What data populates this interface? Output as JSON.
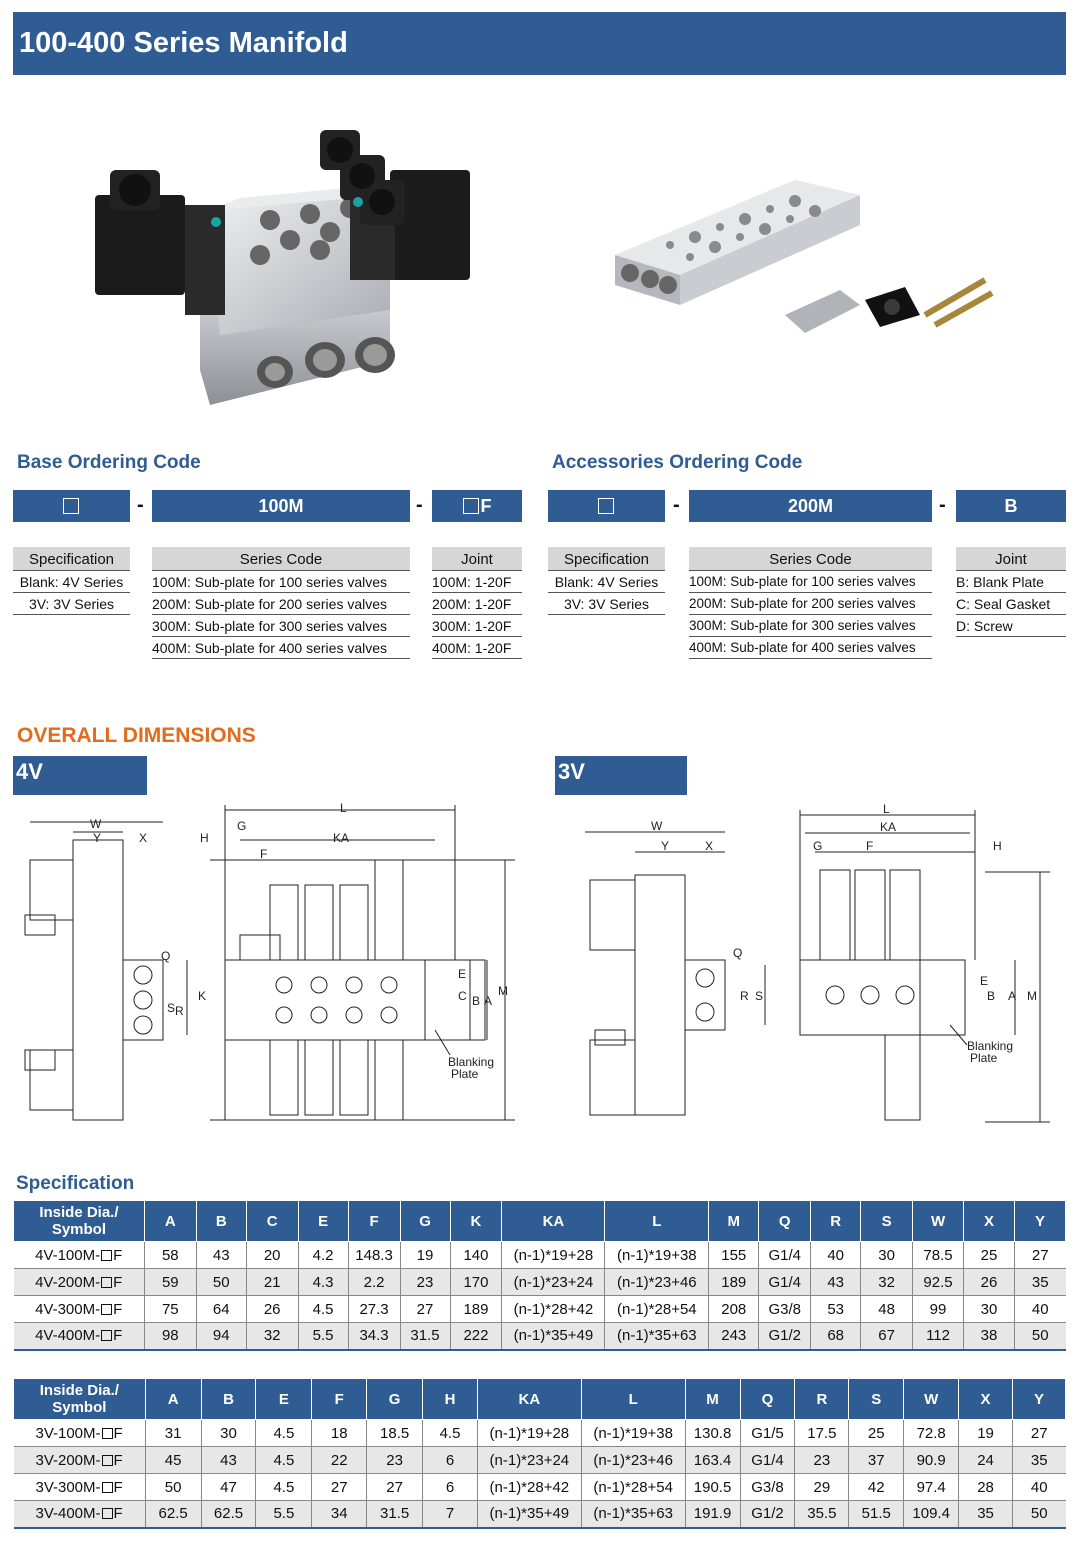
{
  "title": "100-400 Series Manifold",
  "base_ordering": {
    "title": "Base Ordering Code",
    "box1": "",
    "dash": "-",
    "box2": "100M",
    "box3": "F",
    "spec": {
      "header": "Specification",
      "items": [
        "Blank: 4V Series",
        "3V: 3V Series"
      ]
    },
    "series": {
      "header": "Series Code",
      "items": [
        "100M: Sub-plate for 100 series valves",
        "200M: Sub-plate for 200 series valves",
        "300M: Sub-plate for 300 series valves",
        "400M: Sub-plate for 400 series valves"
      ]
    },
    "joint": {
      "header": "Joint",
      "items": [
        "100M: 1-20F",
        "200M: 1-20F",
        "300M: 1-20F",
        "400M: 1-20F"
      ]
    }
  },
  "accessories_ordering": {
    "title": "Accessories Ordering Code",
    "box2": "200M",
    "box3": "B",
    "spec": {
      "header": "Specification",
      "items": [
        "Blank: 4V Series",
        "3V: 3V Series"
      ]
    },
    "series": {
      "header": "Series Code",
      "items": [
        "100M: Sub-plate for 100 series valves",
        "200M: Sub-plate for 200 series valves",
        "300M: Sub-plate for 300 series valves",
        "400M: Sub-plate for 400 series valves"
      ]
    },
    "joint": {
      "header": "Joint",
      "items": [
        "B: Blank Plate",
        "C: Seal Gasket",
        "D: Screw"
      ]
    }
  },
  "dimensions": {
    "title": "OVERALL DIMENSIONS",
    "tab4v": "4V",
    "tab3v": "3V",
    "labels": {
      "W": "W",
      "Y": "Y",
      "X": "X",
      "L": "L",
      "H": "H",
      "G": "G",
      "KA": "KA",
      "F": "F",
      "K": "K",
      "Q": "Q",
      "S": "S",
      "R": "R",
      "E": "E",
      "C": "C",
      "B": "B",
      "A": "A",
      "M": "M",
      "blanking1": "Blanking",
      "blanking2": "Plate"
    }
  },
  "specification": {
    "title": "Specification",
    "header_sym1": "Inside Dia./",
    "header_sym2": "Symbol",
    "table4v": {
      "columns": [
        "A",
        "B",
        "C",
        "E",
        "F",
        "G",
        "K",
        "KA",
        "L",
        "M",
        "Q",
        "R",
        "S",
        "W",
        "X",
        "Y"
      ],
      "rows": [
        {
          "symbol": "4V-100M-",
          "values": [
            "58",
            "43",
            "20",
            "4.2",
            "148.3",
            "19",
            "140",
            "(n-1)*19+28",
            "(n-1)*19+38",
            "155",
            "G1/4",
            "40",
            "30",
            "78.5",
            "25",
            "27"
          ]
        },
        {
          "symbol": "4V-200M-",
          "values": [
            "59",
            "50",
            "21",
            "4.3",
            "2.2",
            "23",
            "170",
            "(n-1)*23+24",
            "(n-1)*23+46",
            "189",
            "G1/4",
            "43",
            "32",
            "92.5",
            "26",
            "35"
          ]
        },
        {
          "symbol": "4V-300M-",
          "values": [
            "75",
            "64",
            "26",
            "4.5",
            "27.3",
            "27",
            "189",
            "(n-1)*28+42",
            "(n-1)*28+54",
            "208",
            "G3/8",
            "53",
            "48",
            "99",
            "30",
            "40"
          ]
        },
        {
          "symbol": "4V-400M-",
          "values": [
            "98",
            "94",
            "32",
            "5.5",
            "34.3",
            "31.5",
            "222",
            "(n-1)*35+49",
            "(n-1)*35+63",
            "243",
            "G1/2",
            "68",
            "67",
            "112",
            "38",
            "50"
          ]
        }
      ]
    },
    "table3v": {
      "columns": [
        "A",
        "B",
        "E",
        "F",
        "G",
        "H",
        "KA",
        "L",
        "M",
        "Q",
        "R",
        "S",
        "W",
        "X",
        "Y"
      ],
      "rows": [
        {
          "symbol": "3V-100M-",
          "values": [
            "31",
            "30",
            "4.5",
            "18",
            "18.5",
            "4.5",
            "(n-1)*19+28",
            "(n-1)*19+38",
            "130.8",
            "G1/5",
            "17.5",
            "25",
            "72.8",
            "19",
            "27"
          ]
        },
        {
          "symbol": "3V-200M-",
          "values": [
            "45",
            "43",
            "4.5",
            "22",
            "23",
            "6",
            "(n-1)*23+24",
            "(n-1)*23+46",
            "163.4",
            "G1/4",
            "23",
            "37",
            "90.9",
            "24",
            "35"
          ]
        },
        {
          "symbol": "3V-300M-",
          "values": [
            "50",
            "47",
            "4.5",
            "27",
            "27",
            "6",
            "(n-1)*28+42",
            "(n-1)*28+54",
            "190.5",
            "G3/8",
            "29",
            "42",
            "97.4",
            "28",
            "40"
          ]
        },
        {
          "symbol": "3V-400M-",
          "values": [
            "62.5",
            "62.5",
            "5.5",
            "34",
            "31.5",
            "7",
            "(n-1)*35+49",
            "(n-1)*35+63",
            "191.9",
            "G1/2",
            "35.5",
            "51.5",
            "109.4",
            "35",
            "50"
          ]
        }
      ]
    },
    "symbol_suffix": "F"
  }
}
